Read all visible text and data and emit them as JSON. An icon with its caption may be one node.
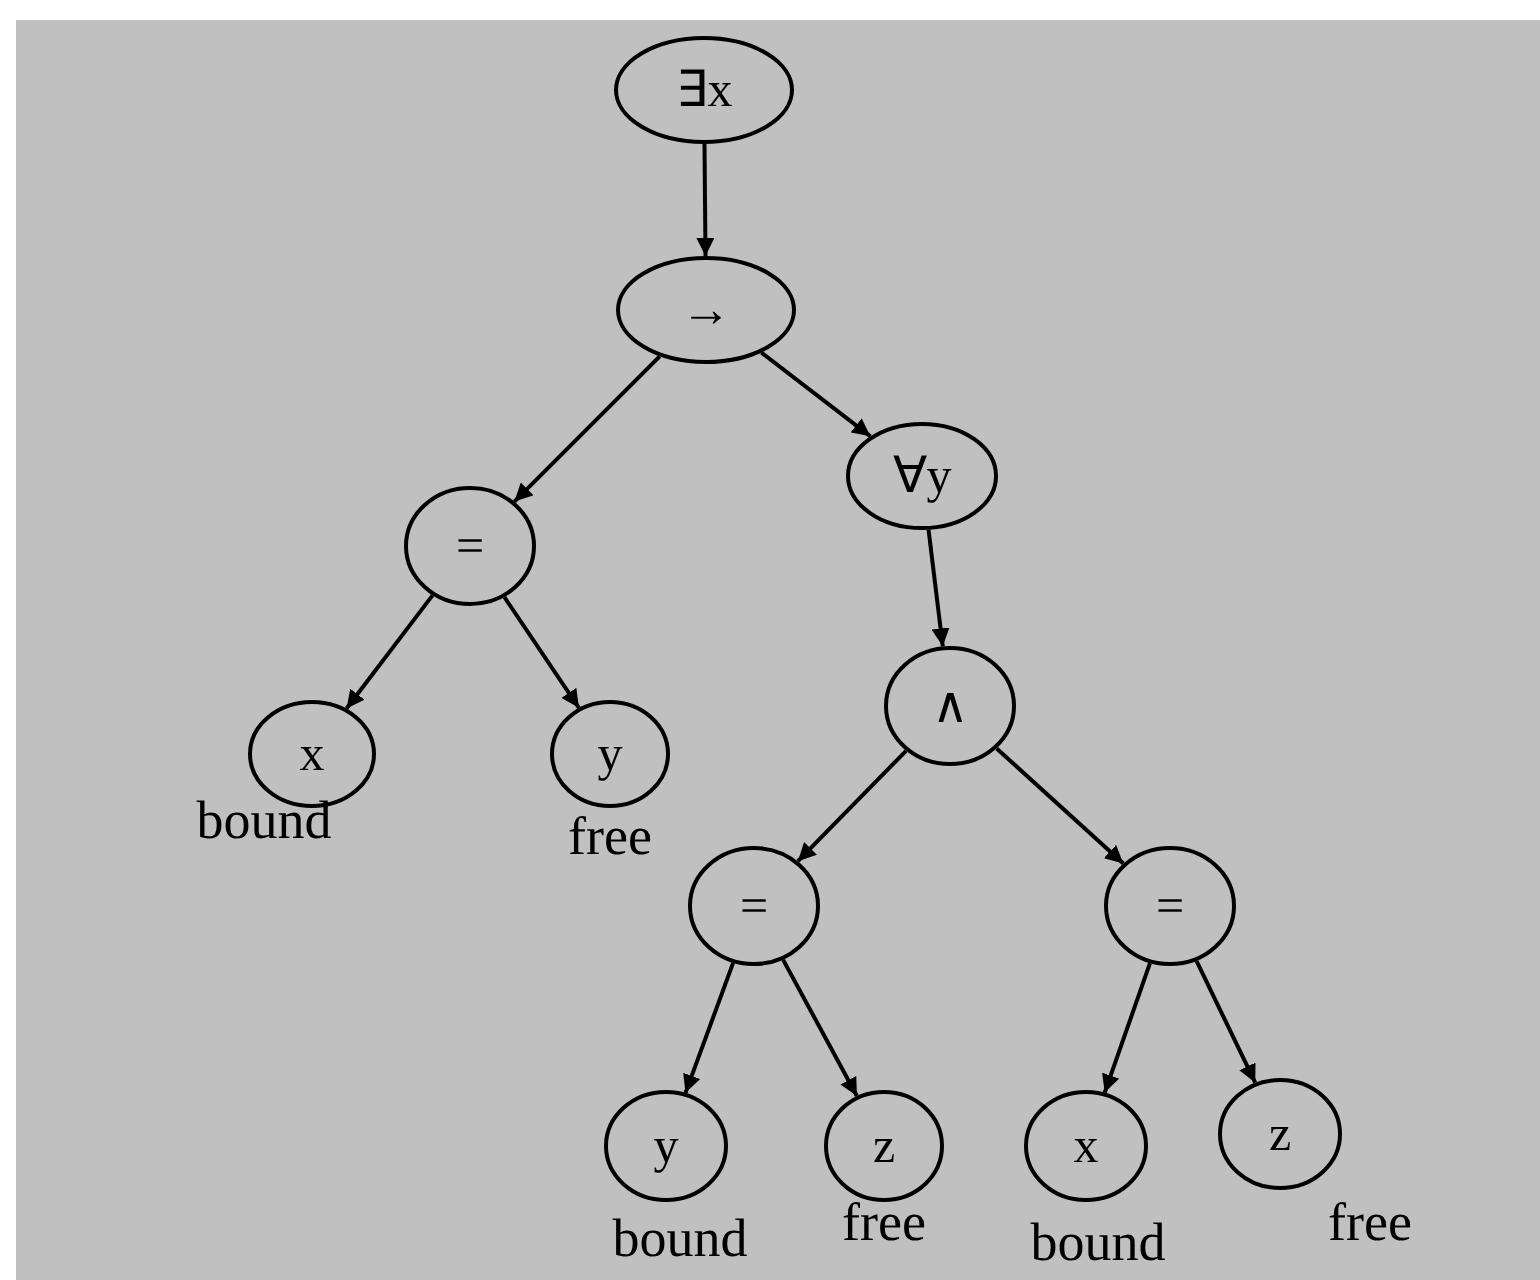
{
  "diagram": {
    "nodes": [
      {
        "text": [
          "∃x"
        ]
      },
      {
        "text": [
          "→"
        ]
      },
      {
        "text": [
          "="
        ]
      },
      {
        "text": [
          "∀y"
        ]
      },
      {
        "text": [
          "x"
        ],
        "beside": [
          "bound"
        ]
      },
      {
        "text": [
          "y"
        ],
        "beside": [
          "free"
        ]
      },
      {
        "text": [
          "∧"
        ]
      },
      {
        "text": [
          "="
        ]
      },
      {
        "text": [
          "="
        ]
      },
      {
        "text": [
          "y"
        ],
        "beside": [
          "bound"
        ]
      },
      {
        "text": [
          "z"
        ],
        "beside": [
          "free"
        ]
      },
      {
        "text": [
          "x"
        ],
        "beside": [
          "bound"
        ]
      },
      {
        "text": [
          "z"
        ],
        "beside": [
          "free"
        ]
      }
    ],
    "edges": [
      {
        "from": 0,
        "to": 1,
        "arrow": "to"
      },
      {
        "from": 1,
        "to": 2,
        "arrow": "to"
      },
      {
        "from": 1,
        "to": 3,
        "arrow": "to"
      },
      {
        "from": 2,
        "to": 4,
        "arrow": "to"
      },
      {
        "from": 2,
        "to": 5,
        "arrow": "to"
      },
      {
        "from": 3,
        "to": 6,
        "arrow": "to"
      },
      {
        "from": 6,
        "to": 7,
        "arrow": "to"
      },
      {
        "from": 6,
        "to": 8,
        "arrow": "to"
      },
      {
        "from": 7,
        "to": 9,
        "arrow": "to"
      },
      {
        "from": 7,
        "to": 10,
        "arrow": "to"
      },
      {
        "from": 8,
        "to": 11,
        "arrow": "to"
      },
      {
        "from": 8,
        "to": 12,
        "arrow": "to"
      }
    ]
  }
}
